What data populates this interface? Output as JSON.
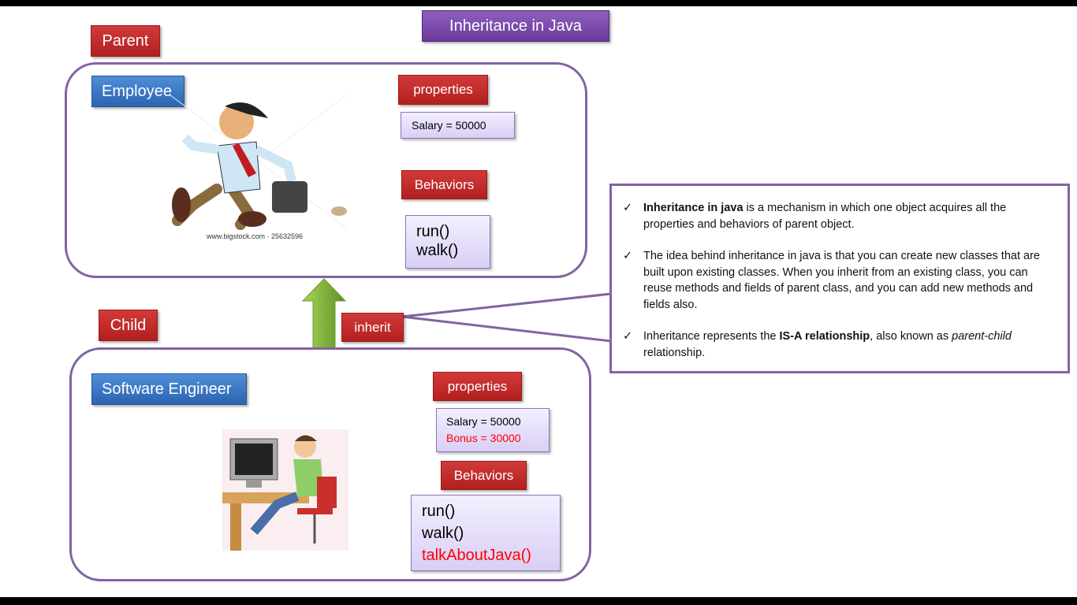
{
  "title": "Inheritance in Java",
  "parent": {
    "role_label": "Parent",
    "class_name": "Employee",
    "properties_label": "properties",
    "properties": [
      "Salary = 50000"
    ],
    "behaviors_label": "Behaviors",
    "behaviors": [
      "run()",
      "walk()"
    ],
    "image_caption": "www.bigstock.com · 25632596"
  },
  "child": {
    "role_label": "Child",
    "class_name": "Software Engineer",
    "properties_label": "properties",
    "properties": [
      "Salary = 50000",
      "Bonus = 30000"
    ],
    "behaviors_label": "Behaviors",
    "behaviors": [
      "run()",
      "walk()",
      "talkAboutJava()"
    ]
  },
  "inherit_label": "inherit",
  "colors": {
    "highlight": "#ff0000",
    "frame": "#8064a2",
    "arrow": "#7fb23a"
  },
  "notes": [
    {
      "bold": "Inheritance in java",
      "text": " is a mechanism in which one object acquires all the properties and behaviors of parent object."
    },
    {
      "text": "The idea behind inheritance in java is that you can create new classes  that are built upon existing classes. When you inherit from an existing class, you can reuse methods and fields of parent class, and you can add new methods and fields also."
    },
    {
      "pre": "Inheritance represents the ",
      "bold": "IS-A relationship",
      "mid": ", also known as ",
      "italic": "parent-child",
      "text": " relationship."
    }
  ]
}
